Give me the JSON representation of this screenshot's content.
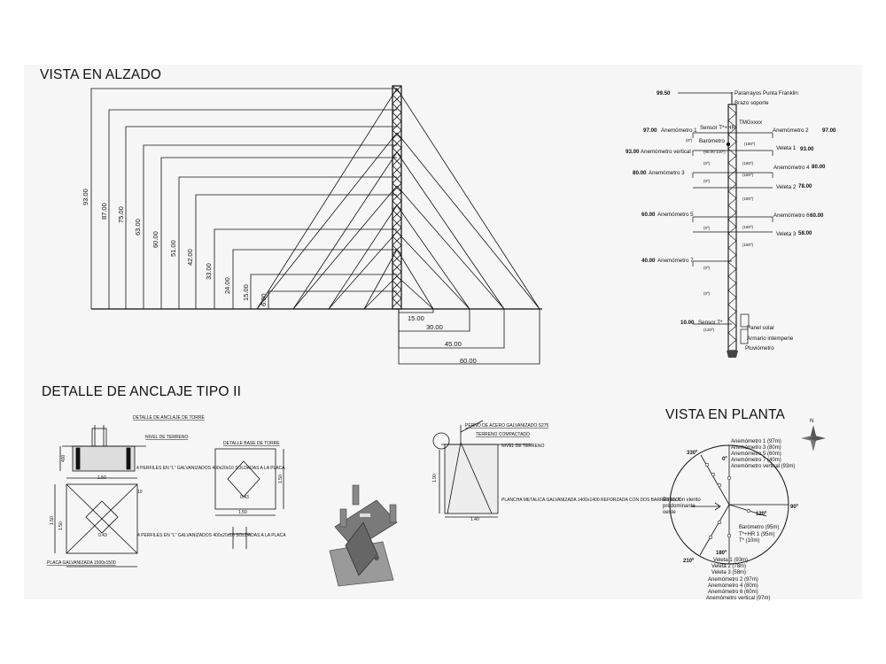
{
  "sections": {
    "alzado": "VISTA EN ALZADO",
    "anclaje": "DETALLE DE ANCLAJE TIPO II",
    "planta": "VISTA EN PLANTA"
  },
  "alzado": {
    "heights": [
      "93.00",
      "87.00",
      "75.00",
      "63.00",
      "60.00",
      "51.00",
      "42.00",
      "33.00",
      "24.00",
      "15.00",
      "6.00"
    ],
    "distances": [
      "15.00",
      "30.00",
      "45.00",
      "60.00"
    ]
  },
  "mast": {
    "top_level": "99.50",
    "pararrayos": "Pararrayos Punta Franklin",
    "brazo": "Brazo soporte",
    "tmg": "TMGxxxx",
    "sensor_thr": "Sensor T*+HR",
    "barometro": "Barómetro",
    "left": [
      {
        "level": "97.00",
        "name": "Anemómetro 1"
      },
      {
        "level": "93.00",
        "name": "Anemómetro vertical"
      },
      {
        "level": "80.00",
        "name": "Anemómetro 3"
      },
      {
        "level": "60.00",
        "name": "Anemómetro 5"
      },
      {
        "level": "40.00",
        "name": "Anemómetro 7"
      },
      {
        "level": "10.00",
        "name": "Sensor T*"
      }
    ],
    "right": [
      {
        "level": "97.00",
        "name": "Anemómetro 2"
      },
      {
        "level": "93.00",
        "name": "Veleta 1"
      },
      {
        "level": "80.00",
        "name": "Anemómetro 4"
      },
      {
        "level": "78.00",
        "name": "Veleta 2"
      },
      {
        "level": "60.00",
        "name": "Anemómetro 6"
      },
      {
        "level": "58.00",
        "name": "Veleta 3"
      }
    ],
    "angle_marks": [
      "(0º)",
      "(180º)",
      "(95.00 120º)",
      "(0º)",
      "(180º)",
      "(0º)",
      "(180º)",
      "(0º)",
      "(180º)",
      "(0º)",
      "(180º)",
      "(0º)",
      "(180º)",
      "(120º)"
    ],
    "bottom": [
      "Panel solar",
      "Armario intemperie",
      "Pluviómetro"
    ]
  },
  "anclaje": {
    "detalle_title": "DETALLE DE ANCLAJE DE TORRE",
    "nivel": "NIVEL DE TERRENO",
    "perfiles1": "4 PERFILES EN \"L\" GALVANIZADOS 400x20x10 SOLDADAS A LA PLACA",
    "perfiles2": "4 PERFILES EN \"L\" GALVANIZADOS 400x20x10 SOLDADAS A LA PLACA",
    "base_title": "DETALLE BASE DE TORRE",
    "placa": "PLACA GALVANIZADA 1500x1500",
    "perno": "PERNO DE ACERO GALVANIZADO S275",
    "terreno": "TERRENO COMPACTADO",
    "nivel_terreno_small": "NIVEL DE TERRENO",
    "plancha": "PLANCHA METALICA GALVANIZADA 1400x1400 REFORZADA CON DOS BARRAS EN T",
    "dims": {
      "d400": "400",
      "d150a": "1.50",
      "d150b": "1.50",
      "d150c": "1.50",
      "d150d": "1.50",
      "d150e": "1.50",
      "d043a": "0.43",
      "d043b": "0.43",
      "d10": "10",
      "d190": "1.90",
      "d140": "1.40"
    }
  },
  "planta": {
    "north": "N",
    "deg330": "330º",
    "deg0": "0º",
    "deg90": "90º",
    "deg120": "120º",
    "deg180": "180º",
    "deg210": "210º",
    "top_list": [
      "Anemómetro 1 (97m)",
      "Anemómetro 3 (80m)",
      "Anemómetro 5 (60m)",
      "Anemómetro 7 (40m)",
      "Anemómetro vertical (93m)"
    ],
    "wind": [
      "Dirección viento",
      "predominante",
      "oeste"
    ],
    "right_list": [
      "Barómetro (95m)",
      "T*+HR 1 (95m)",
      "T* (10m)"
    ],
    "bottom_list": [
      "Veleta 1 (93m)",
      "Veleta 2 (78m)",
      "Veleta 3 (58m)",
      "Anemómetro 2 (97m)",
      "Anemómetro 4 (80m)",
      "Anemómetro 6 (60m)",
      "Anemómetro vertical (97m)"
    ]
  }
}
